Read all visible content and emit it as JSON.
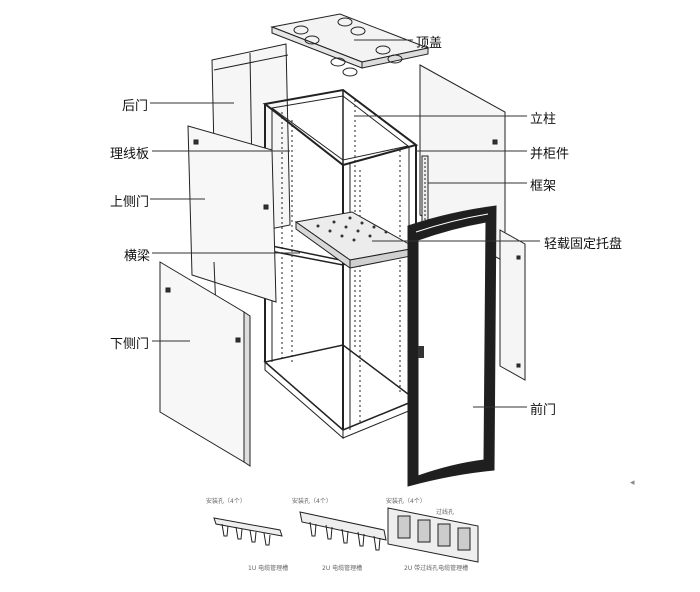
{
  "labels": {
    "top_cover": "顶盖",
    "rear_door": "后门",
    "column": "立柱",
    "cable_board": "理线板",
    "cabinet_joiner": "并柜件",
    "frame": "框架",
    "upper_side_door": "上侧门",
    "light_tray": "轻载固定托盘",
    "crossbeam": "横梁",
    "lower_side_door": "下侧门",
    "front_door": "前门"
  },
  "accessories": {
    "a1_top": "安装孔（4个）",
    "a2_top": "安装孔（4个）",
    "a3_top": "安装孔（4个）",
    "a3_side": "过线孔",
    "a1_bottom": "1U 电缆管理槽",
    "a2_bottom": "2U 电缆管理槽",
    "a3_bottom": "2U 带过线孔电缆管理槽"
  },
  "colors": {
    "line": "#222222",
    "panel": "#f4f4f4",
    "dark": "#333333"
  }
}
